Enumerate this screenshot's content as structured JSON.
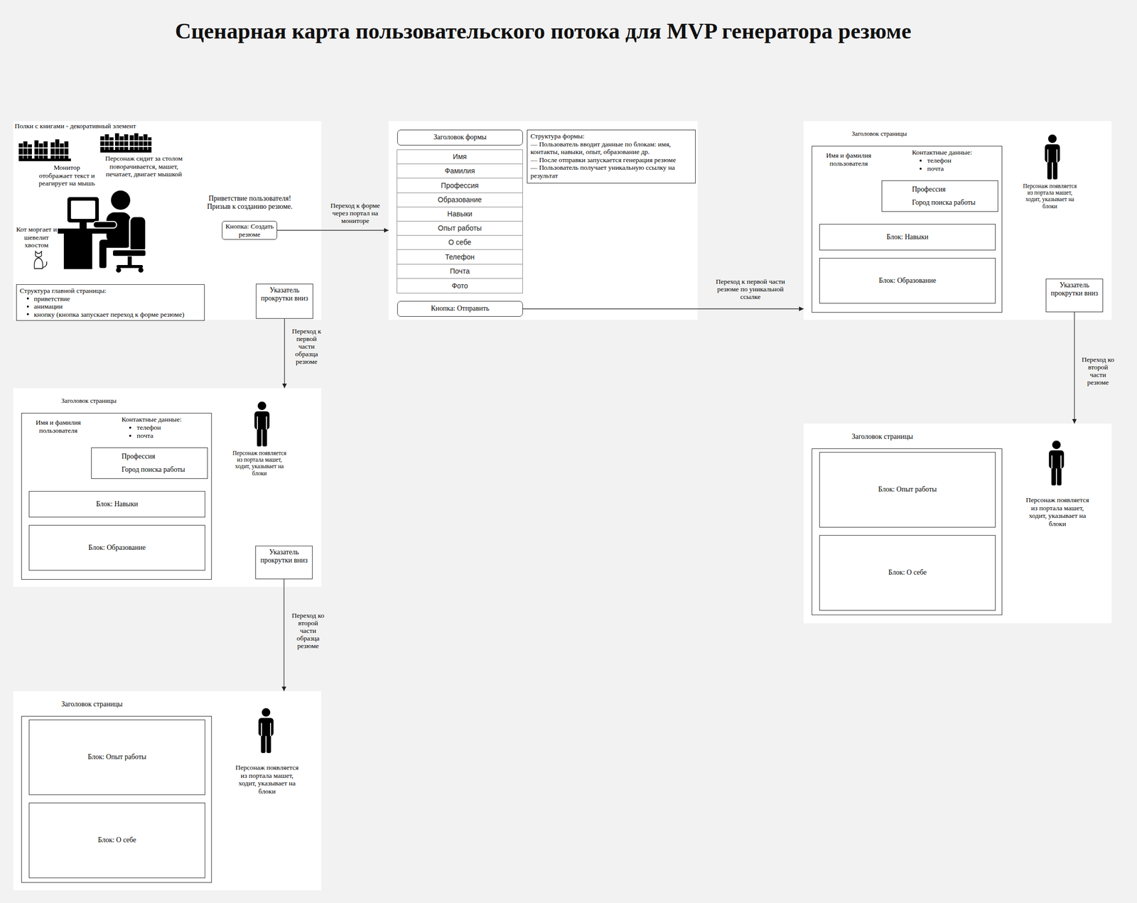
{
  "diagram": {
    "title": "Сценарная карта пользовательского потока для MVP генератора резюме",
    "nodes": [
      {
        "text": [
          "Полки с книгами - декоративный элемент",
          "Персонаж сидит за столом поворачивается, машет, печатает, двигает мышкой",
          "Монитор отображает текст и реагирует на мышь",
          "Приветствие пользователя! Призыв к созданию резюме.",
          "Кот моргает и шевелит хвостом"
        ]
      },
      {
        "text": [
          "Кнопка: Создать резюме"
        ],
        "in": 0
      },
      {
        "text": [
          "Структура главной страницы:",
          "приветствие",
          "анимации",
          "кнопку (кнопка запускает переход к форме резюме)"
        ],
        "in": 0
      },
      {
        "text": [
          "Указатель прокрутки вниз"
        ],
        "in": 0
      },
      {
        "text": []
      },
      {
        "text": [
          "Заголовок формы"
        ],
        "in": 4
      },
      {
        "text": [
          "Структура формы:",
          "— Пользователь вводит данные по блокам: имя, контакты, навыки, опыт, образование др.",
          "— После отправки запускается генерация резюме",
          "— Пользователь получает уникальную ссылку на результат"
        ],
        "in": 4
      },
      {
        "text": [
          "Имя"
        ],
        "in": 4
      },
      {
        "text": [
          "Фамилия"
        ],
        "in": 4
      },
      {
        "text": [
          "Профессия"
        ],
        "in": 4
      },
      {
        "text": [
          "Образование"
        ],
        "in": 4
      },
      {
        "text": [
          "Навыки"
        ],
        "in": 4
      },
      {
        "text": [
          "Опыт работы"
        ],
        "in": 4
      },
      {
        "text": [
          "О себе"
        ],
        "in": 4
      },
      {
        "text": [
          "Телефон"
        ],
        "in": 4
      },
      {
        "text": [
          "Почта"
        ],
        "in": 4
      },
      {
        "text": [
          "Фото"
        ],
        "in": 4
      },
      {
        "text": [
          "Кнопка: Отправить"
        ],
        "in": 4
      },
      {
        "text": [
          "Персонаж появляется из портала машет, ходит, указывает на блоки"
        ]
      },
      {
        "text": [
          "Заголовок страницы",
          "Имя и фамилия пользователя",
          "Контактные данные:",
          "телефон",
          "почта"
        ],
        "in": 18
      },
      {
        "text": [
          "Профессия",
          "Город поиска работы"
        ],
        "in": 19
      },
      {
        "text": [
          "Блок: Навыки"
        ],
        "in": 19
      },
      {
        "text": [
          "Блок: Образование"
        ],
        "in": 19
      },
      {
        "text": [
          "Указатель прокрутки вниз"
        ],
        "in": 18
      },
      {
        "text": [
          "Персонаж появляется из портала машет, ходит, указывает на блоки"
        ]
      },
      {
        "text": [
          "Заголовок страницы",
          "Имя и фамилия пользователя",
          "Контактные данные:",
          "телефон",
          "почта"
        ],
        "in": 24
      },
      {
        "text": [
          "Профессия",
          "Город поиска работы"
        ],
        "in": 25
      },
      {
        "text": [
          "Блок: Навыки"
        ],
        "in": 25
      },
      {
        "text": [
          "Блок: Образование"
        ],
        "in": 25
      },
      {
        "text": [
          "Указатель прокрутки вниз"
        ],
        "in": 24
      },
      {
        "text": [
          "Персонаж появляется из портала машет, ходит, указывает на блоки"
        ]
      },
      {
        "text": [
          "Заголовок страницы"
        ],
        "in": 30
      },
      {
        "text": [
          "Блок: Опыт работы"
        ],
        "in": 31
      },
      {
        "text": [
          "Блок: О себе"
        ],
        "in": 31
      },
      {
        "text": [
          "Персонаж появляется из портала машет, ходит, указывает на блоки"
        ]
      },
      {
        "text": [
          "Заголовок страницы"
        ],
        "in": 34
      },
      {
        "text": [
          "Блок: Опыт работы"
        ],
        "in": 35
      },
      {
        "text": [
          "Блок: О себе"
        ],
        "in": 35
      }
    ],
    "edges": [
      {
        "from": 1,
        "to": 4,
        "arrow": "to",
        "label": "Переход к форме через портал на мониторе"
      },
      {
        "from": 17,
        "to": 18,
        "arrow": "to",
        "label": "Переход к первой части резюме по уникальной ссылке"
      },
      {
        "from": 3,
        "to": 24,
        "arrow": "to",
        "label": "Переход к первой части образца резюме"
      },
      {
        "from": 29,
        "to": 34,
        "arrow": "to",
        "label": "Переход ко второй части образца резюме"
      },
      {
        "from": 23,
        "to": 30,
        "arrow": "to",
        "label": "Переход ко второй части резюме"
      }
    ]
  }
}
